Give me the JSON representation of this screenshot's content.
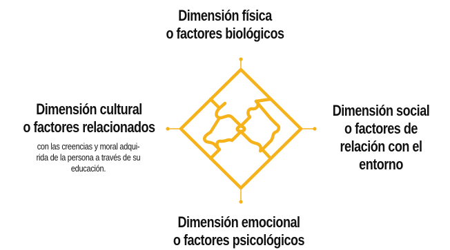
{
  "colors": {
    "accent": "#F5B21A",
    "text": "#111111",
    "background": "#FFFFFF"
  },
  "center": {
    "icon": "puzzle-pieces-icon"
  },
  "top": {
    "line1": "Dimensión física",
    "line2": "o factores biológicos"
  },
  "left": {
    "line1": "Dimensión cultural",
    "line2": "o factores relacionados",
    "desc1": "con las creencias y moral adqui-",
    "desc2": "rida de la persona a través de su",
    "desc3": "educación."
  },
  "right": {
    "line1": "Dimensión social",
    "line2": "o factores de",
    "line3": "relación con el",
    "line4": "entorno"
  },
  "bottom": {
    "line1": "Dimensión emocional",
    "line2": "o factores psicológicos"
  }
}
